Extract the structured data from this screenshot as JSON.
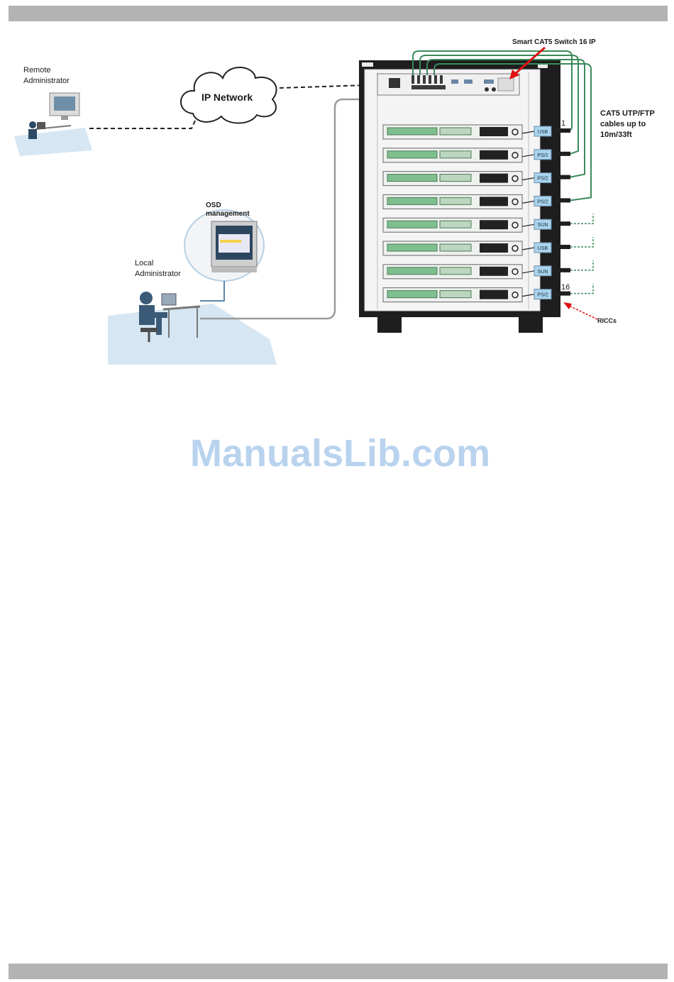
{
  "labels": {
    "remote_admin": [
      "Remote",
      "Administrator"
    ],
    "ip_network": "IP Network",
    "switch_title": "Smart CAT5 Switch 16 IP",
    "cables": [
      "CAT5 UTP/FTP",
      "cables up to",
      "10m/33ft"
    ],
    "osd": [
      "OSD",
      "management"
    ],
    "local_admin": [
      "Local",
      "Administrator"
    ],
    "port_first": "1",
    "port_last": "16",
    "riccs": "RICCs"
  },
  "riccs_types": [
    "USB",
    "PS/2",
    "PS/2",
    "PS/2",
    "SUN",
    "USB",
    "SUN",
    "PS/2"
  ],
  "watermark": "ManualsLib.com",
  "colors": {
    "cable_green": "#3a8a5a",
    "arrow_red": "#e01010",
    "rack_dark": "#1e1e1e",
    "ricc_blue": "#a9d4ee"
  }
}
